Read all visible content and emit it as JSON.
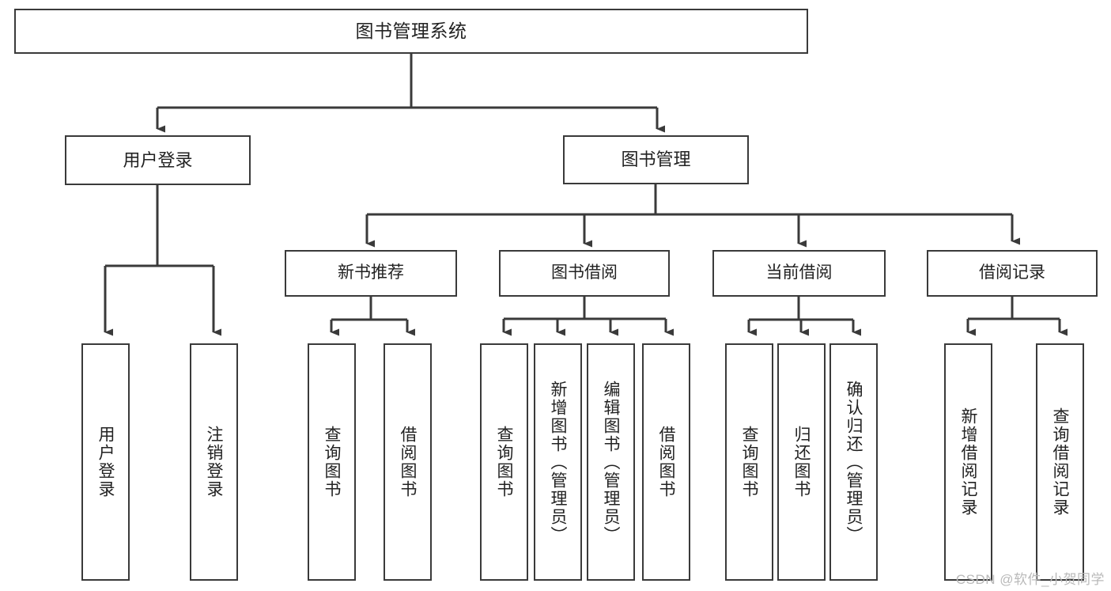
{
  "diagram": {
    "title": "图书管理系统",
    "type": "tree-hierarchy-chart",
    "background_color": "#ffffff",
    "border_color": "#3a3a3a",
    "text_color": "#222222",
    "watermark": "CSDN @软件_小贺同学"
  },
  "nodes": {
    "root": {
      "label": "图书管理系统"
    },
    "level2": [
      {
        "id": "user-login",
        "label": "用户登录"
      },
      {
        "id": "book-management",
        "label": "图书管理"
      }
    ],
    "level3": [
      {
        "id": "new-book-recommend",
        "label": "新书推荐"
      },
      {
        "id": "book-borrow",
        "label": "图书借阅"
      },
      {
        "id": "current-borrow",
        "label": "当前借阅"
      },
      {
        "id": "borrow-record",
        "label": "借阅记录"
      }
    ],
    "leaves": [
      {
        "id": "leaf-user-login",
        "label": "用户登录",
        "parent": "user-login"
      },
      {
        "id": "leaf-logout-login",
        "label": "注销登录",
        "parent": "user-login"
      },
      {
        "id": "leaf-query-book-1",
        "label": "查询图书",
        "parent": "new-book-recommend"
      },
      {
        "id": "leaf-borrow-book-1",
        "label": "借阅图书",
        "parent": "new-book-recommend"
      },
      {
        "id": "leaf-query-book-2",
        "label": "查询图书",
        "parent": "book-borrow"
      },
      {
        "id": "leaf-add-book",
        "label": "新增图书（管理员）",
        "parent": "book-borrow"
      },
      {
        "id": "leaf-edit-book",
        "label": "编辑图书（管理员）",
        "parent": "book-borrow"
      },
      {
        "id": "leaf-borrow-book-2",
        "label": "借阅图书",
        "parent": "book-borrow"
      },
      {
        "id": "leaf-query-book-3",
        "label": "查询图书",
        "parent": "current-borrow"
      },
      {
        "id": "leaf-return-book",
        "label": "归还图书",
        "parent": "current-borrow"
      },
      {
        "id": "leaf-confirm-return",
        "label": "确认归还（管理员）",
        "parent": "current-borrow"
      },
      {
        "id": "leaf-add-record",
        "label": "新增借阅记录",
        "parent": "borrow-record"
      },
      {
        "id": "leaf-query-record",
        "label": "查询借阅记录",
        "parent": "borrow-record"
      }
    ]
  }
}
